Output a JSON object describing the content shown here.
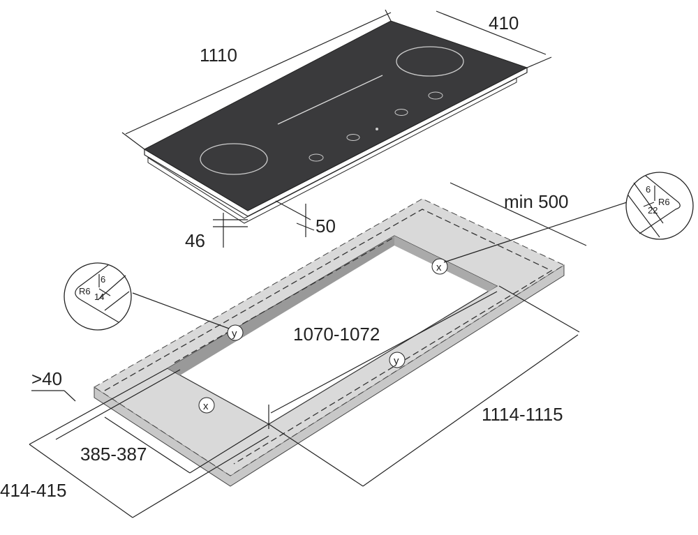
{
  "colors": {
    "glass": "#3a3a3c",
    "counter": "#d9d9d9",
    "line": "#222222"
  },
  "cooktop": {
    "length": "1110",
    "depth": "410",
    "height_front": "46",
    "height_body": "50"
  },
  "cutout": {
    "min_back": "min 500",
    "min_front": ">40",
    "length_inner": "1070-1072",
    "length_outer": "1114-1115",
    "depth_inner": "385-387",
    "depth_outer": "414-415",
    "marker_x": "x",
    "marker_y": "y"
  },
  "detail_x": {
    "a": "6",
    "r": "R6",
    "b": "22"
  },
  "detail_y": {
    "a": "6",
    "r": "R6",
    "b": "14"
  }
}
